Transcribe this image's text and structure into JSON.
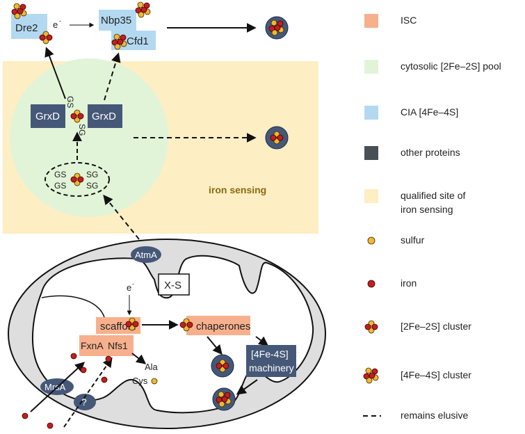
{
  "colors": {
    "isc": "#f7b08d",
    "pool": "#e1f4d8",
    "cia": "#b3d9f1",
    "other": "#465878",
    "sensing": "#fdeec3",
    "sulfur": "#f1b731",
    "iron": "#c41e1e",
    "sensing_text": "#8a6a12"
  },
  "cytosol": {
    "dre2": "Dre2",
    "electron": "e",
    "nbp35": "Nbp35",
    "cfd1": "Cfd1",
    "grxd_left": "GrxD",
    "grxd_right": "GrxD",
    "gs_top": "GS",
    "sg_bottom": "SG",
    "gs_a": "GS",
    "sg_a": "SG",
    "gs_b": "GS",
    "sg_b": "SG",
    "iron_sensing": "iron sensing"
  },
  "mito": {
    "atma": "AtmA",
    "xs": "X-S",
    "electron": "e",
    "scaffold": "scaffold",
    "chaperones": "chaperones",
    "fxna": "FxnA",
    "nfs1": "Nfs1",
    "ala": "Ala",
    "cys": "Cys",
    "mrsa": "MrsA",
    "unknown": "?",
    "machinery_line1": "[4Fe-4S]",
    "machinery_line2": "machinery"
  },
  "legend": [
    {
      "icon": "isc-swatch",
      "label": "ISC"
    },
    {
      "icon": "pool-swatch",
      "label": "cytosolic [2Fe–2S] pool"
    },
    {
      "icon": "cia-swatch",
      "label": "CIA [4Fe–4S]"
    },
    {
      "icon": "other-swatch",
      "label": "other  proteins"
    },
    {
      "icon": "sensing-swatch",
      "label": "qualified site of",
      "label2": "iron sensing"
    },
    {
      "icon": "sulfur-icon",
      "label": "sulfur"
    },
    {
      "icon": "iron-icon",
      "label": "iron"
    },
    {
      "icon": "cluster-2fe2s-icon",
      "label": "[2Fe–2S] cluster"
    },
    {
      "icon": "cluster-4fe4s-icon",
      "label": "[4Fe–4S] cluster"
    },
    {
      "icon": "dashed-line-icon",
      "label": "remains elusive"
    }
  ]
}
